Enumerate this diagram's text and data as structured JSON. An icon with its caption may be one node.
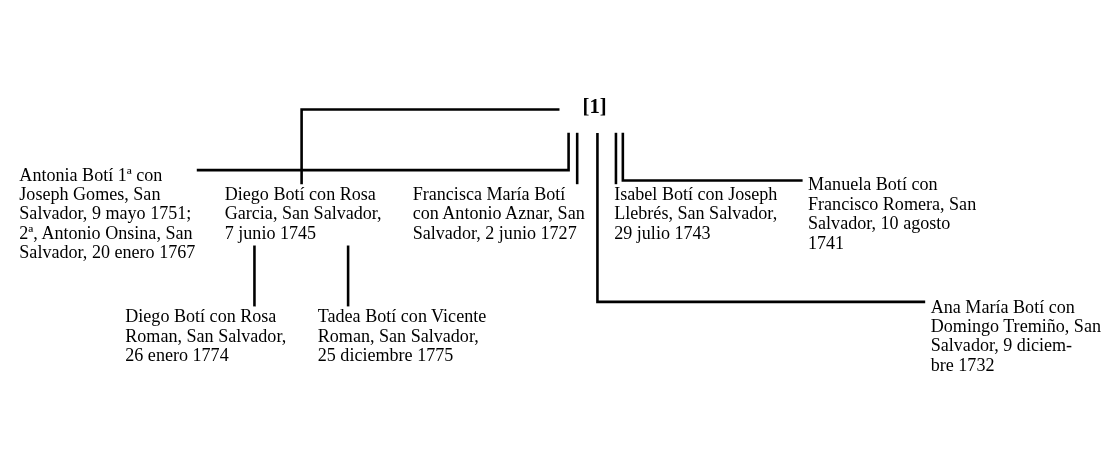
{
  "diagram": {
    "nodes": [
      {
        "text": [
          "[1]"
        ]
      },
      {
        "text": [
          "Antonia Botí 1ª con Joseph Gomes, San Salvador, 9 mayo 1751; 2ª, Antonio Onsina, San Salvador, 20 enero 1767"
        ]
      },
      {
        "text": [
          "Diego Botí con Rosa Garcia, San Salvador, 7 junio 1745"
        ]
      },
      {
        "text": [
          "Francisca María Botí con Antonio Aznar, San Salvador, 2 junio 1727"
        ]
      },
      {
        "text": [
          "Isabel Botí con Joseph Llebrés, San Salvador, 29 julio 1743"
        ]
      },
      {
        "text": [
          "Manuela Botí con Francisco Romera, San Salvador, 10 agosto 1741"
        ]
      },
      {
        "text": [
          "Ana María Botí con Domingo Tremiño, San Salvador, 9 diciem- bre 1732"
        ]
      },
      {
        "text": [
          "Diego Botí con Rosa Roman, San Salvador, 26 enero 1774"
        ]
      },
      {
        "text": [
          "Tadea Botí con Vicente Roman, San Salvador, 25 diciembre 1775"
        ]
      }
    ],
    "edges": [
      {
        "from": 0,
        "to": 1,
        "arrow": "none"
      },
      {
        "from": 0,
        "to": 6,
        "arrow": "none"
      },
      {
        "from": 0,
        "to": 2,
        "arrow": "none"
      },
      {
        "from": 0,
        "to": 3,
        "arrow": "none"
      },
      {
        "from": 0,
        "to": 4,
        "arrow": "none"
      },
      {
        "from": 0,
        "to": 5,
        "arrow": "none"
      },
      {
        "from": 2,
        "to": 7,
        "arrow": "none"
      },
      {
        "from": 2,
        "to": 8,
        "arrow": "none"
      }
    ]
  }
}
